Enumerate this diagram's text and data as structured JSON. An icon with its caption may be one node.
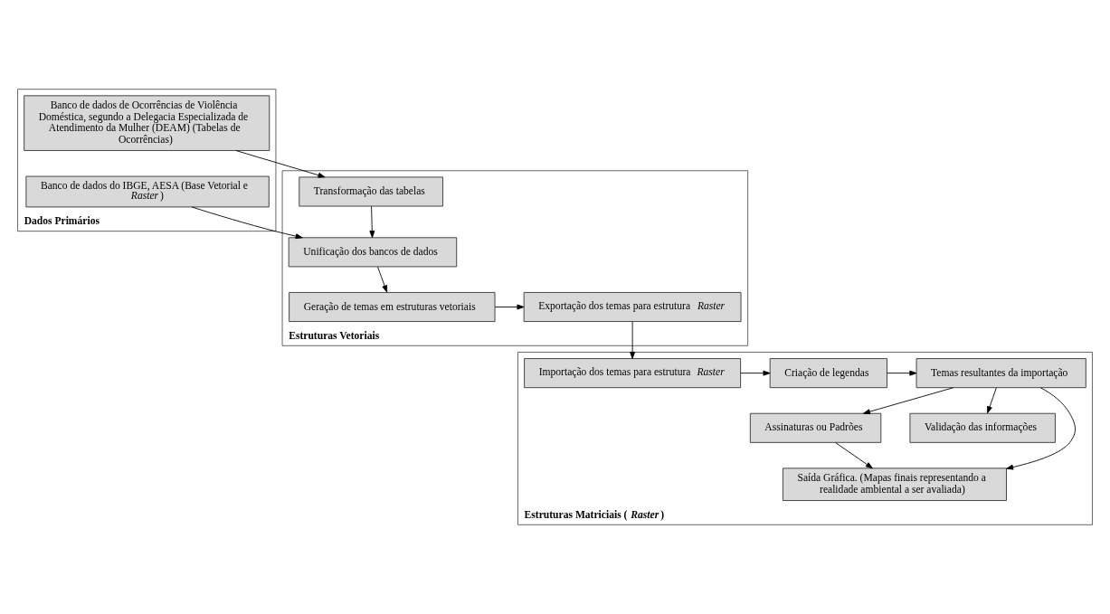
{
  "diagram": {
    "nodes": [
      {
        "text": [
          "Dados Primários"
        ]
      },
      {
        "text": [
          "Banco de dados do IBGE, AESA (Base Vetorial e *Raster*)"
        ],
        "in": 0
      },
      {
        "text": [
          "Banco de dados de Ocorrências de Violência Doméstica, segundo a Delegacia Especializada de Atendimento da Mulher (DEAM) (Tabelas de Ocorrências)"
        ],
        "in": 0
      },
      {
        "text": [
          "Estruturas Vetoriais"
        ]
      },
      {
        "text": [
          "Transformação das tabelas"
        ],
        "in": 3
      },
      {
        "text": [
          "Unificação dos bancos de dados"
        ],
        "in": 3
      },
      {
        "text": [
          "Geração de temas em estruturas vetoriais"
        ],
        "in": 3
      },
      {
        "text": [
          "Exportação dos temas para estrutura *Raster*"
        ],
        "in": 3
      },
      {
        "text": [
          "Estruturas Matriciais (*Raster*)"
        ]
      },
      {
        "text": [
          "Assinaturas ou Padrões"
        ],
        "in": 8
      },
      {
        "text": [
          "Temas resultantes da importação"
        ],
        "in": 8
      },
      {
        "text": [
          "Criação de legendas"
        ],
        "in": 8
      },
      {
        "text": [
          "Importação dos temas para estrutura *Raster*"
        ],
        "in": 8
      },
      {
        "text": [
          "Validação das informações"
        ],
        "in": 8
      },
      {
        "text": [
          "Saída Gráfica. (Mapas finais representando a realidade ambiental a ser avaliada)"
        ],
        "in": 8
      }
    ],
    "edges": [
      {
        "from": 1,
        "to": 5,
        "arrow": "to"
      },
      {
        "from": 2,
        "to": 4,
        "arrow": "to"
      },
      {
        "from": 4,
        "to": 5,
        "arrow": "to"
      },
      {
        "from": 5,
        "to": 6,
        "arrow": "to"
      },
      {
        "from": 6,
        "to": 7,
        "arrow": "to"
      },
      {
        "from": 7,
        "to": 12,
        "arrow": "to"
      },
      {
        "from": 12,
        "to": 11,
        "arrow": "to"
      },
      {
        "from": 11,
        "to": 10,
        "arrow": "to"
      },
      {
        "from": 10,
        "to": 9,
        "arrow": "to"
      },
      {
        "from": 10,
        "to": 13,
        "arrow": "to"
      },
      {
        "from": 10,
        "to": 14,
        "arrow": "to"
      },
      {
        "from": 9,
        "to": 14,
        "arrow": "to"
      }
    ]
  }
}
